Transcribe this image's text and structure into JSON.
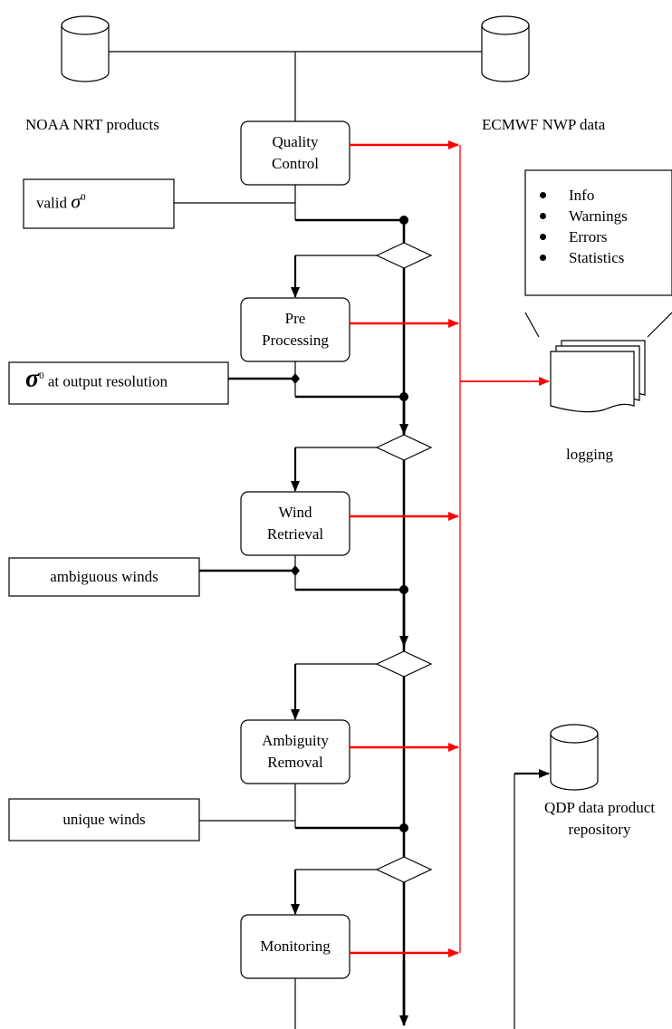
{
  "sources": {
    "noaa": "NOAA NRT products",
    "ecmwf": "ECMWF NWP data"
  },
  "steps": {
    "quality_control": [
      "Quality",
      "Control"
    ],
    "pre_processing": [
      "Pre",
      "Processing"
    ],
    "wind_retrieval": [
      "Wind",
      "Retrieval"
    ],
    "ambiguity_removal": [
      "Ambiguity",
      "Removal"
    ],
    "monitoring": [
      "Monitoring"
    ]
  },
  "outputs": {
    "valid_sigma_label": "valid",
    "sigma_symbol": "σ",
    "sigma_superscript": "0",
    "sigma_output_resolution": "at output resolution",
    "ambiguous_winds": "ambiguous winds",
    "unique_winds": "unique winds"
  },
  "logging": {
    "items": [
      "Info",
      "Warnings",
      "Errors",
      "Statistics"
    ],
    "label": "logging"
  },
  "repository": {
    "line1": "QDP data product",
    "line2": "repository"
  },
  "colors": {
    "log_flow": "#ff0000",
    "line": "#000000"
  }
}
